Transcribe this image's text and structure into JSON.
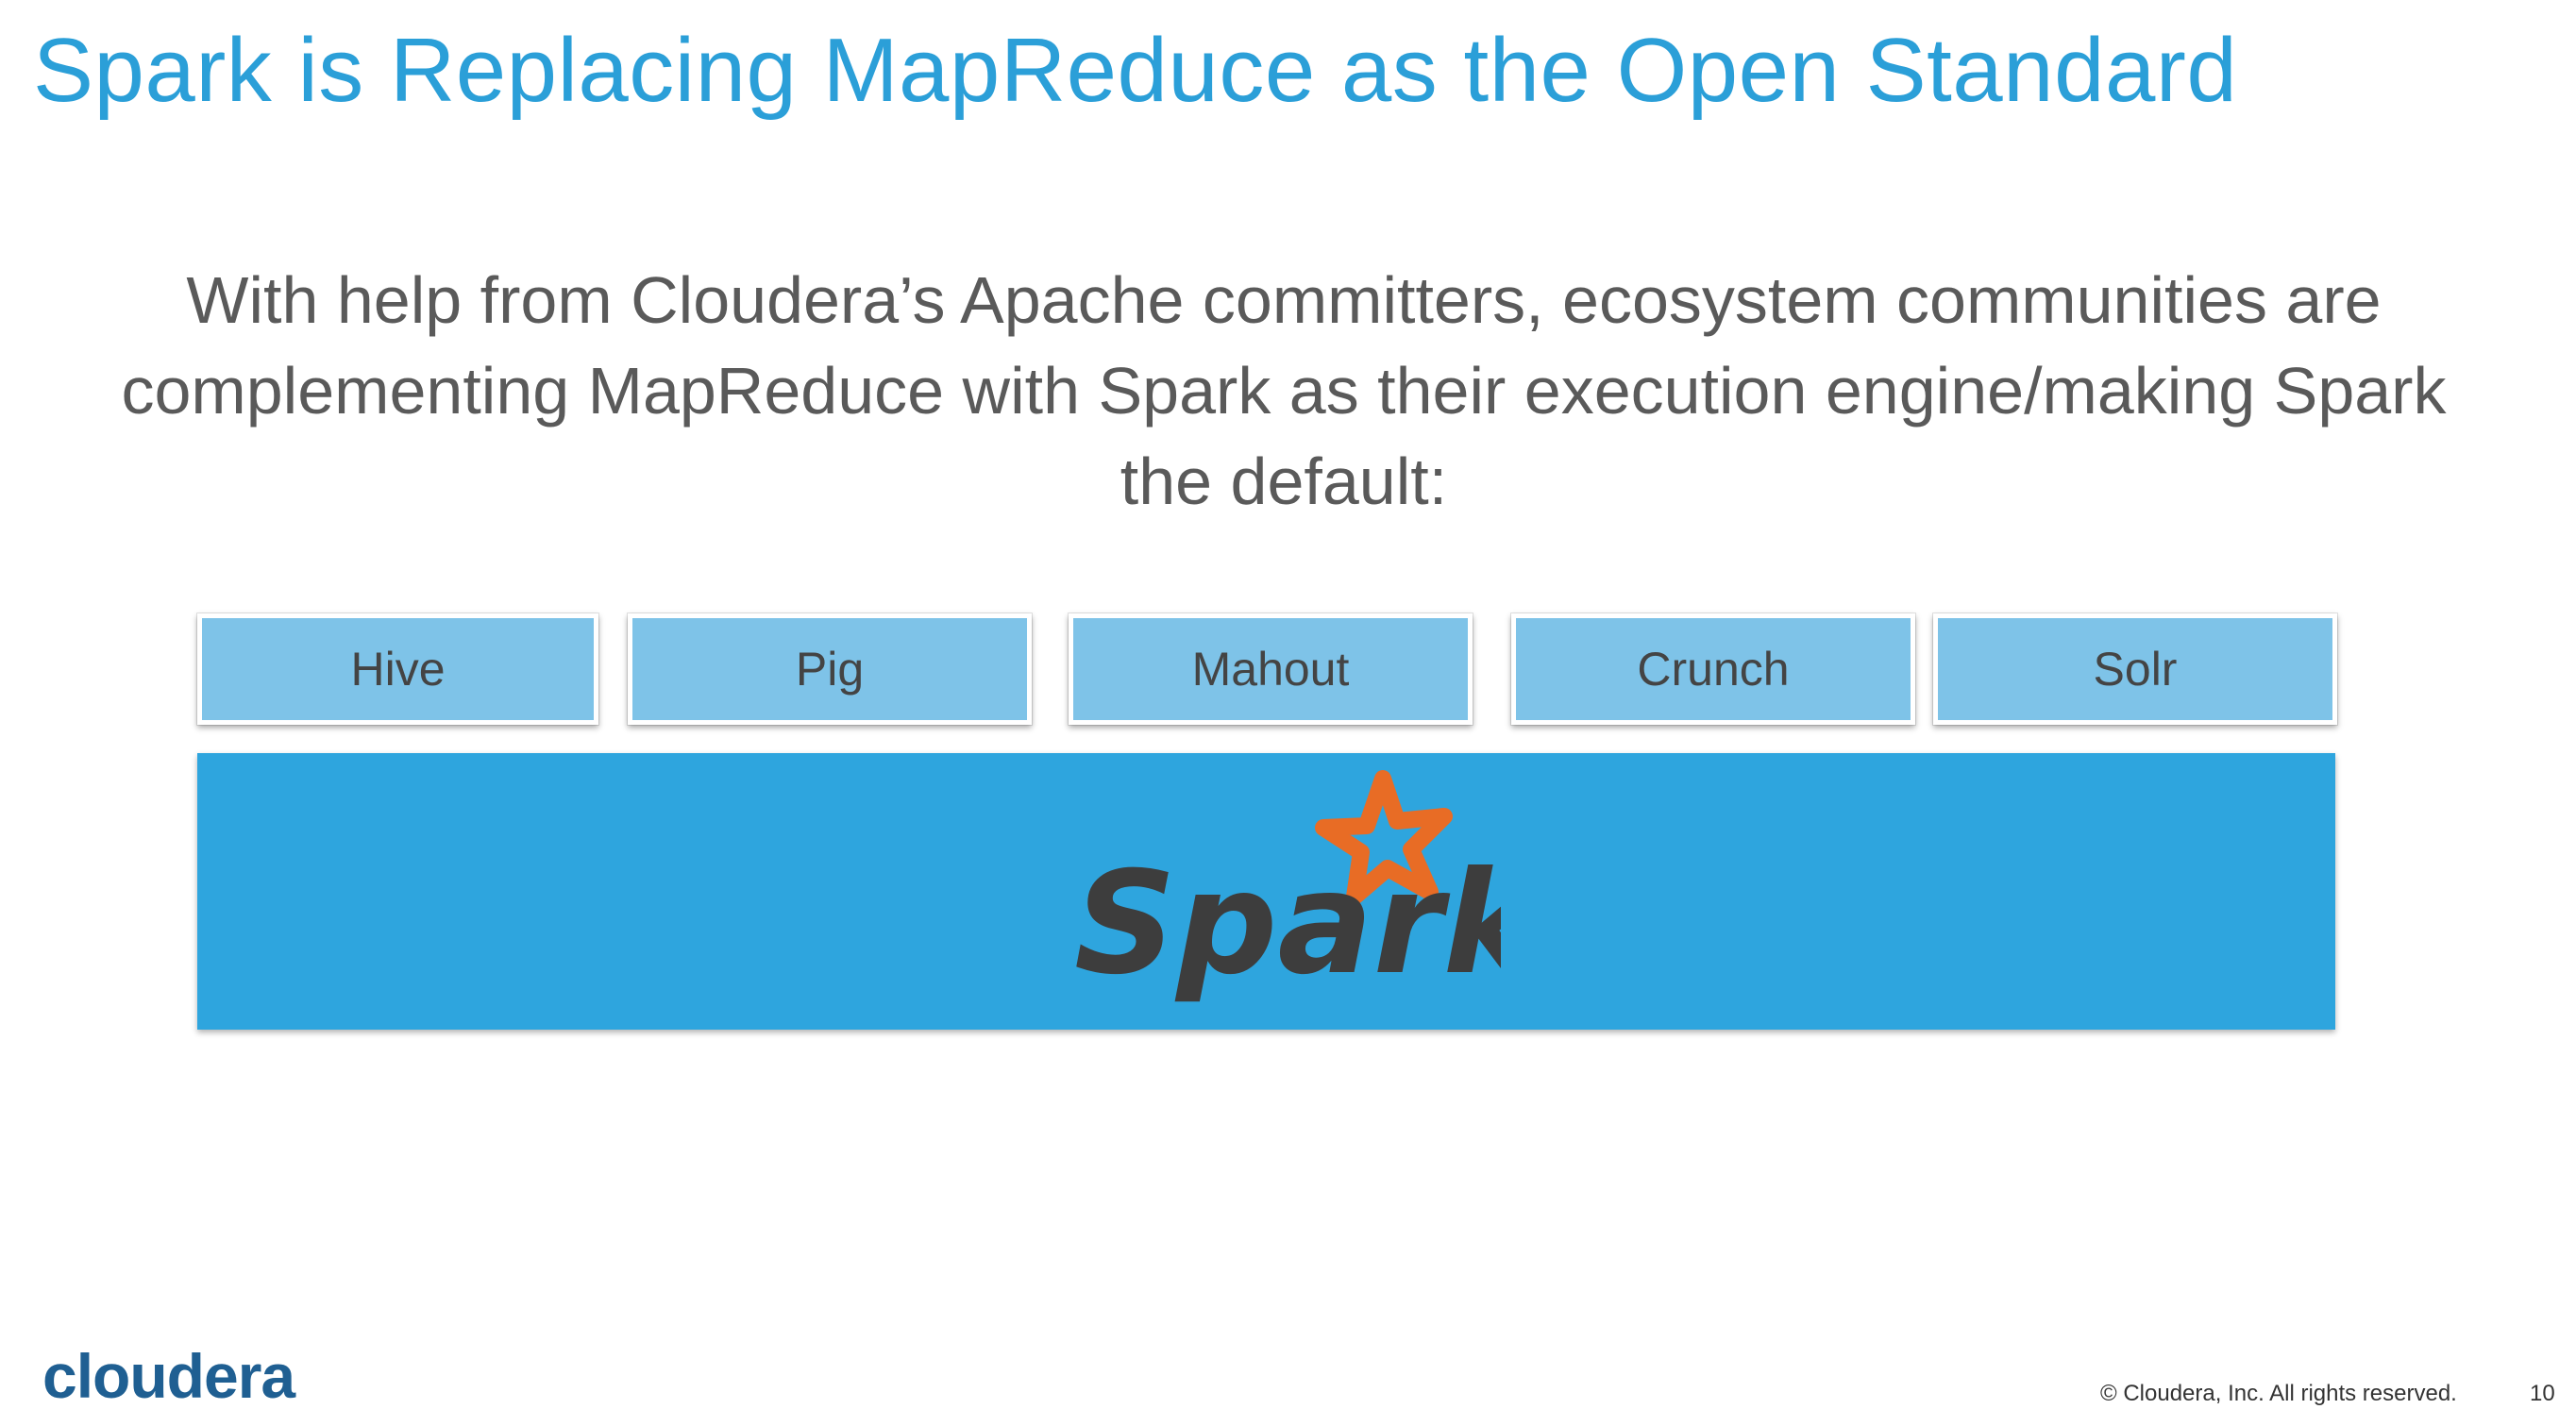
{
  "slide": {
    "title": "Spark is Replacing MapReduce as the Open Standard",
    "subtitle_lines": [
      "With help from Cloudera’s Apache committers, ecosystem communities are",
      "complementing MapReduce with Spark as their execution engine/making Spark",
      "the default:"
    ]
  },
  "diagram": {
    "tools": [
      "Hive",
      "Pig",
      "Mahout",
      "Crunch",
      "Solr"
    ],
    "engine_logo_text": "Spark"
  },
  "footer": {
    "brand": "cloudera",
    "copyright": "© Cloudera, Inc. All rights reserved.",
    "page_number": "10"
  },
  "colors": {
    "title": "#2b9fd8",
    "tool_box": "#7ec3e8",
    "engine_bar": "#2ea5de",
    "spark_star": "#e86c25",
    "spark_text": "#3d3d3d",
    "brand": "#1f5f92"
  }
}
